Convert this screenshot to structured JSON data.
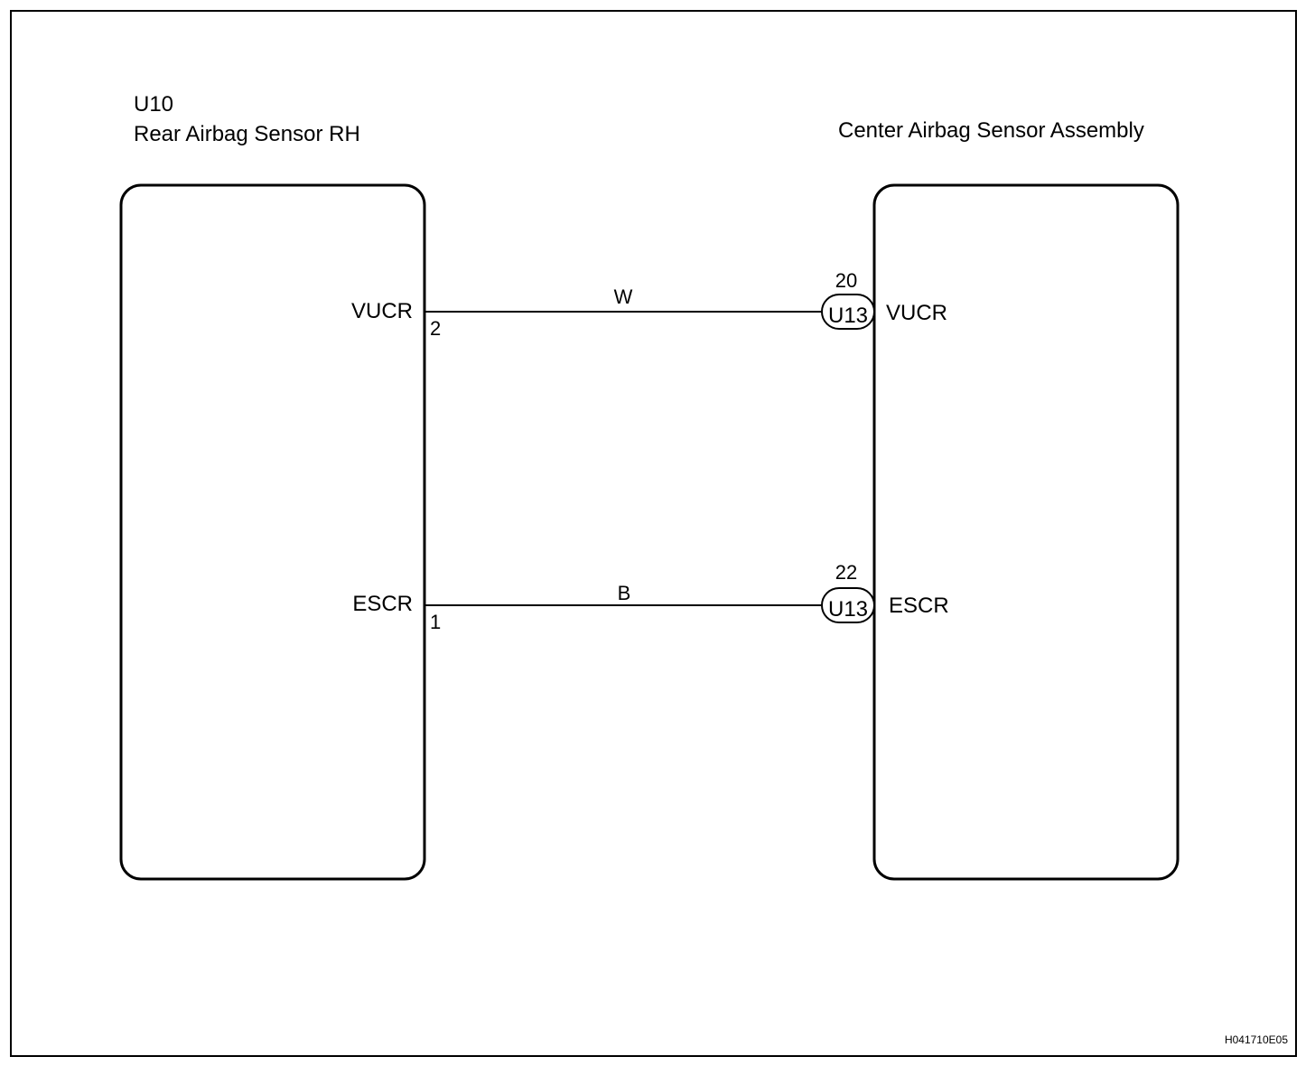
{
  "left_component": {
    "code": "U10",
    "name": "Rear Airbag Sensor RH"
  },
  "right_component": {
    "name": "Center Airbag Sensor Assembly"
  },
  "wires": [
    {
      "left_signal": "VUCR",
      "left_pin": "2",
      "wire_color": "W",
      "connector": "U13",
      "right_pin": "20",
      "right_signal": "VUCR"
    },
    {
      "left_signal": "ESCR",
      "left_pin": "1",
      "wire_color": "B",
      "connector": "U13",
      "right_pin": "22",
      "right_signal": "ESCR"
    }
  ],
  "figure_code": "H041710E05"
}
